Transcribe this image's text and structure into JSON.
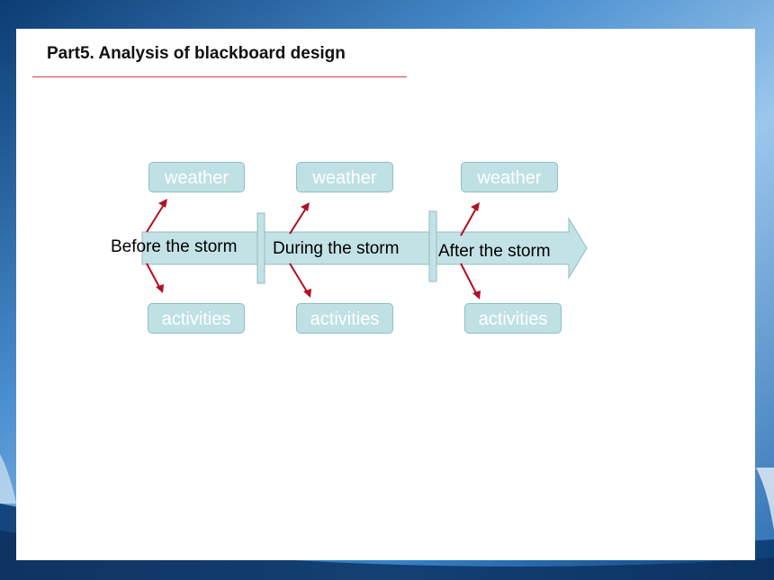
{
  "theme": {
    "frame_dark": "#0e3f78",
    "frame_light": "#3f8fd2",
    "accent_rule": "#d04040",
    "box_fill": "#bfe1e4",
    "arrow_fill": "#bfe1e4",
    "red_arrow": "#b01020"
  },
  "header": {
    "title": "Part5. Analysis of blackboard design"
  },
  "diagram": {
    "stages": [
      {
        "label": "Before the storm",
        "top": "weather",
        "bottom": "activities"
      },
      {
        "label": "During the storm",
        "top": "weather",
        "bottom": "activities"
      },
      {
        "label": "After the storm",
        "top": "weather",
        "bottom": "activities"
      }
    ]
  }
}
